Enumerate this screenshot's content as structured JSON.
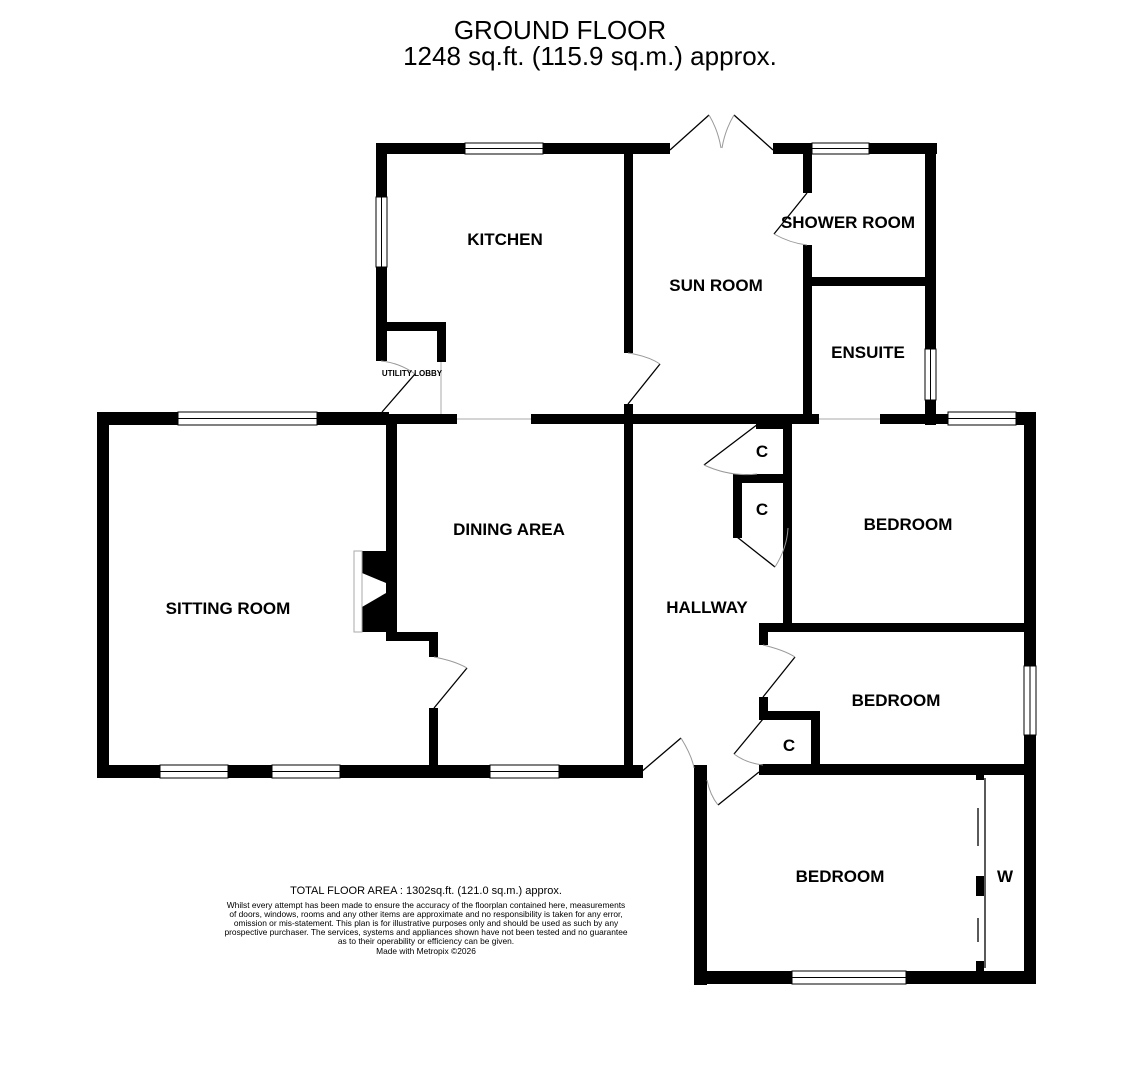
{
  "header": {
    "floor_name": "GROUND FLOOR",
    "floor_area": "1248 sq.ft. (115.9 sq.m.) approx."
  },
  "rooms": {
    "kitchen": "KITCHEN",
    "sun_room": "SUN ROOM",
    "shower_room": "SHOWER ROOM",
    "ensuite": "ENSUITE",
    "utility_lobby": "UTILITY LOBBY",
    "sitting_room": "SITTING ROOM",
    "dining_area": "DINING AREA",
    "hallway": "HALLWAY",
    "cupboard_1": "C",
    "cupboard_2": "C",
    "cupboard_3": "C",
    "bedroom_1": "BEDROOM",
    "bedroom_2": "BEDROOM",
    "bedroom_3": "BEDROOM",
    "wardrobe": "W"
  },
  "footer": {
    "total_area": "TOTAL FLOOR AREA : 1302sq.ft. (121.0 sq.m.) approx.",
    "disclaimer": "Whilst every attempt has been made to ensure the accuracy of the floorplan contained here, measurements of doors, windows, rooms and any other items are approximate and no responsibility is taken for any error, omission or mis-statement. This plan is for illustrative purposes only and should be used as such by any prospective purchaser. The services, systems and appliances shown have not been tested and no guarantee as to their operability or efficiency can be given.",
    "made_with": "Made with Metropix ©2026"
  },
  "colors": {
    "wall": "#000000",
    "window": "#ffffff",
    "door_arc": "#999999",
    "background": "#ffffff"
  }
}
